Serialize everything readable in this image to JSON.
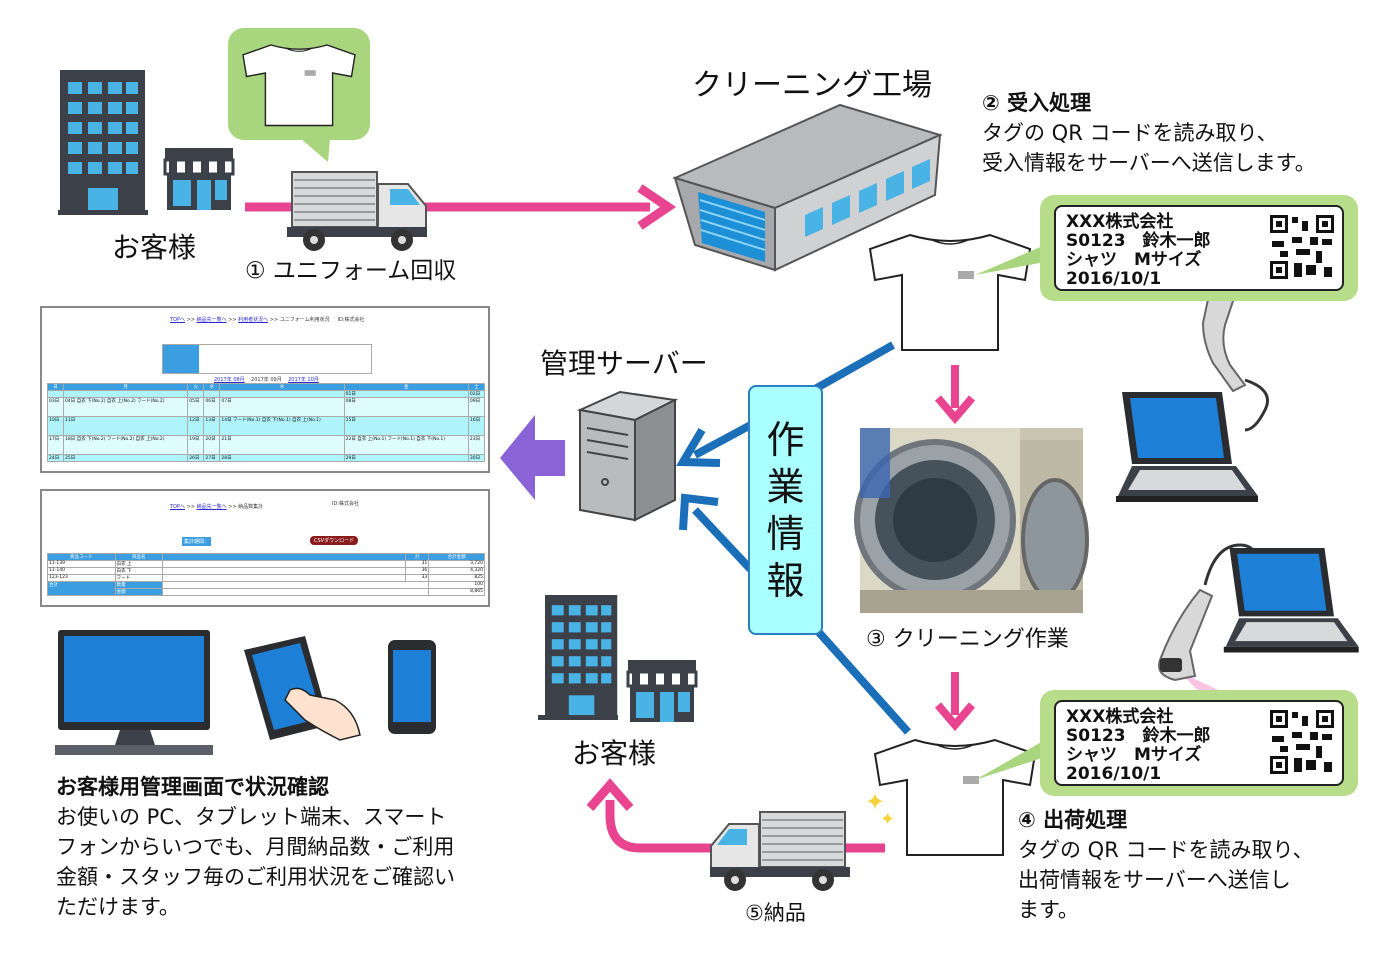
{
  "customer_top": {
    "label": "お客様"
  },
  "step1": {
    "label": "① ユニフォーム回収"
  },
  "factory": {
    "title": "クリーニング工場"
  },
  "step2": {
    "title": "② 受入処理",
    "lines": [
      "タグの QR コードを読み取り、",
      "受入情報をサーバーへ送信します。"
    ]
  },
  "tag": {
    "company": "XXX株式会社",
    "staff": "S0123　鈴木一郎",
    "item": "シャツ　Mサイズ",
    "date": "2016/10/1"
  },
  "step3": {
    "label": "③ クリーニング作業"
  },
  "step4": {
    "title": "④ 出荷処理",
    "lines": [
      "タグの QR コードを読み取り、",
      "出荷情報をサーバーへ送信し",
      "ます。"
    ]
  },
  "step5": {
    "label": "⑤納品"
  },
  "customer_bottom": {
    "label": "お客様"
  },
  "work_info": {
    "label": "作業情報"
  },
  "server": {
    "label": "管理サーバー"
  },
  "screen1": {
    "breadcrumb": [
      "TOPへ",
      "納品先一覧へ",
      "利用者状況へ",
      "ユニフォーム利用状況"
    ],
    "id_label": "ID:株式会社",
    "month_nav": [
      "2017年 08月",
      "2017年 09月",
      "2017年 10月"
    ],
    "weekdays": [
      "日",
      "月",
      "火",
      "水",
      "木",
      "金",
      "土"
    ],
    "weeks": [
      [
        "",
        "",
        "",
        "",
        "",
        "01日",
        "02日"
      ],
      [
        "03日",
        "04日 自衣 下(No.2) 自衣 上(No.2) フード(No.2)",
        "05日",
        "06日",
        "07日",
        "08日",
        "09日"
      ],
      [
        "10日",
        "11日",
        "12日",
        "13日",
        "14日 フード(No.1) 自衣 下(No.1) 自衣 上(No.1)",
        "15日",
        "16日"
      ],
      [
        "17日",
        "18日 自衣 下(No.2) フード(No.2) 自衣 上(No.2)",
        "19日",
        "20日",
        "21日",
        "22日 自衣 上(No.1) フード(No.1) 自衣 下(No.1)",
        "23日"
      ],
      [
        "24日",
        "25日",
        "26日",
        "27日",
        "28日",
        "29日",
        "30日"
      ]
    ]
  },
  "screen2": {
    "breadcrumb": [
      "TOPへ",
      "納品先一覧へ",
      "納品数集計"
    ],
    "id_label": "ID:株式会社",
    "csv_button": "CSVダウンロード",
    "period_label": "集計期間：",
    "columns": [
      "商品コード",
      "商品名",
      "計",
      "合計金額"
    ],
    "rows": [
      [
        "11-139",
        "白衣 上",
        "31",
        "3,720"
      ],
      [
        "11-140",
        "白衣 下",
        "36",
        "4,320"
      ],
      [
        "123-123",
        "フード",
        "33",
        "825"
      ]
    ],
    "total_label": "合計",
    "total_rows": [
      [
        "数量",
        "100"
      ],
      [
        "金額",
        "8,865"
      ]
    ]
  },
  "devices_text": {
    "title": "お客様用管理画面で状況確認",
    "lines": [
      "お使いの PC、タブレット端末、スマート",
      "フォンからいつでも、月間納品数・ご利用",
      "金額・スタッフ毎のご利用状況をご確認い",
      "ただけます。"
    ]
  },
  "colors": {
    "pink_arrow": "#e8448f",
    "blue_arrow": "#1a6fb8",
    "purple_arrow": "#8a63d6",
    "tag_green": "#b7dc8a",
    "work_box": "#aaffff"
  }
}
